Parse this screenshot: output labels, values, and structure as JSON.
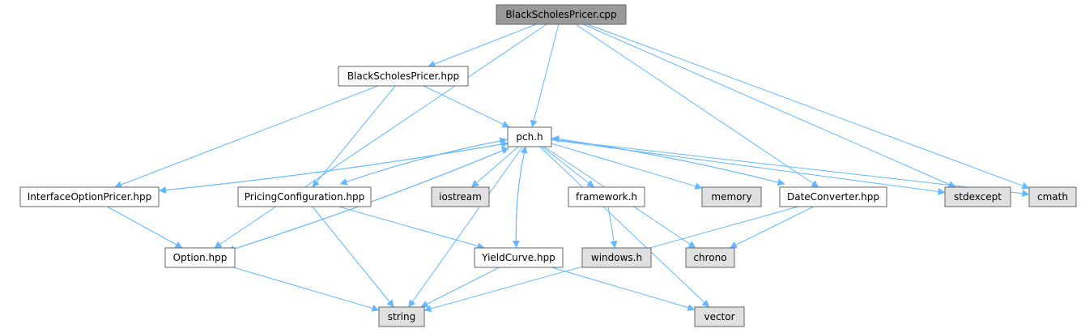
{
  "graph": {
    "edge_color": "#63b8ff",
    "colors": {
      "root": "#999999",
      "local": "#ffffff",
      "system": "#e0e0e0"
    },
    "nodes": [
      {
        "id": "blackscholespricer_cpp",
        "label": "BlackScholesPricer.cpp",
        "kind": "root"
      },
      {
        "id": "blackscholespricer_hpp",
        "label": "BlackScholesPricer.hpp",
        "kind": "local"
      },
      {
        "id": "pch_h",
        "label": "pch.h",
        "kind": "local"
      },
      {
        "id": "interfaceoptionpricer_hpp",
        "label": "InterfaceOptionPricer.hpp",
        "kind": "local"
      },
      {
        "id": "pricingconfiguration_hpp",
        "label": "PricingConfiguration.hpp",
        "kind": "local"
      },
      {
        "id": "iostream",
        "label": "iostream",
        "kind": "system"
      },
      {
        "id": "framework_h",
        "label": "framework.h",
        "kind": "local"
      },
      {
        "id": "memory",
        "label": "memory",
        "kind": "system"
      },
      {
        "id": "dateconverter_hpp",
        "label": "DateConverter.hpp",
        "kind": "local"
      },
      {
        "id": "stdexcept",
        "label": "stdexcept",
        "kind": "system"
      },
      {
        "id": "cmath",
        "label": "cmath",
        "kind": "system"
      },
      {
        "id": "option_hpp",
        "label": "Option.hpp",
        "kind": "local"
      },
      {
        "id": "yieldcurve_hpp",
        "label": "YieldCurve.hpp",
        "kind": "local"
      },
      {
        "id": "windows_h",
        "label": "windows.h",
        "kind": "system"
      },
      {
        "id": "chrono",
        "label": "chrono",
        "kind": "system"
      },
      {
        "id": "string",
        "label": "string",
        "kind": "system"
      },
      {
        "id": "vector",
        "label": "vector",
        "kind": "system"
      }
    ],
    "edges": [
      {
        "from": "blackscholespricer_cpp",
        "to": "blackscholespricer_hpp"
      },
      {
        "from": "blackscholespricer_cpp",
        "to": "pch_h"
      },
      {
        "from": "blackscholespricer_cpp",
        "to": "option_hpp"
      },
      {
        "from": "blackscholespricer_cpp",
        "to": "dateconverter_hpp"
      },
      {
        "from": "blackscholespricer_cpp",
        "to": "stdexcept"
      },
      {
        "from": "blackscholespricer_cpp",
        "to": "cmath"
      },
      {
        "from": "blackscholespricer_hpp",
        "to": "pch_h"
      },
      {
        "from": "blackscholespricer_hpp",
        "to": "interfaceoptionpricer_hpp"
      },
      {
        "from": "blackscholespricer_hpp",
        "to": "pricingconfiguration_hpp"
      },
      {
        "from": "pch_h",
        "to": "iostream"
      },
      {
        "from": "pch_h",
        "to": "framework_h"
      },
      {
        "from": "pch_h",
        "to": "memory"
      },
      {
        "from": "pch_h",
        "to": "stdexcept"
      },
      {
        "from": "pch_h",
        "to": "cmath"
      },
      {
        "from": "pch_h",
        "to": "chrono"
      },
      {
        "from": "pch_h",
        "to": "string"
      },
      {
        "from": "pch_h",
        "to": "vector"
      },
      {
        "from": "pch_h",
        "to": "yieldcurve_hpp"
      },
      {
        "from": "pch_h",
        "to": "dateconverter_hpp"
      },
      {
        "from": "pch_h",
        "to": "interfaceoptionpricer_hpp"
      },
      {
        "from": "pch_h",
        "to": "pricingconfiguration_hpp"
      },
      {
        "from": "pch_h",
        "to": "option_hpp"
      },
      {
        "from": "interfaceoptionpricer_hpp",
        "to": "pch_h"
      },
      {
        "from": "interfaceoptionpricer_hpp",
        "to": "option_hpp"
      },
      {
        "from": "pricingconfiguration_hpp",
        "to": "pch_h"
      },
      {
        "from": "pricingconfiguration_hpp",
        "to": "yieldcurve_hpp"
      },
      {
        "from": "pricingconfiguration_hpp",
        "to": "string"
      },
      {
        "from": "dateconverter_hpp",
        "to": "pch_h"
      },
      {
        "from": "dateconverter_hpp",
        "to": "chrono"
      },
      {
        "from": "dateconverter_hpp",
        "to": "string"
      },
      {
        "from": "option_hpp",
        "to": "pch_h"
      },
      {
        "from": "option_hpp",
        "to": "string"
      },
      {
        "from": "yieldcurve_hpp",
        "to": "pch_h"
      },
      {
        "from": "yieldcurve_hpp",
        "to": "string"
      },
      {
        "from": "yieldcurve_hpp",
        "to": "vector"
      },
      {
        "from": "framework_h",
        "to": "windows_h"
      }
    ]
  }
}
